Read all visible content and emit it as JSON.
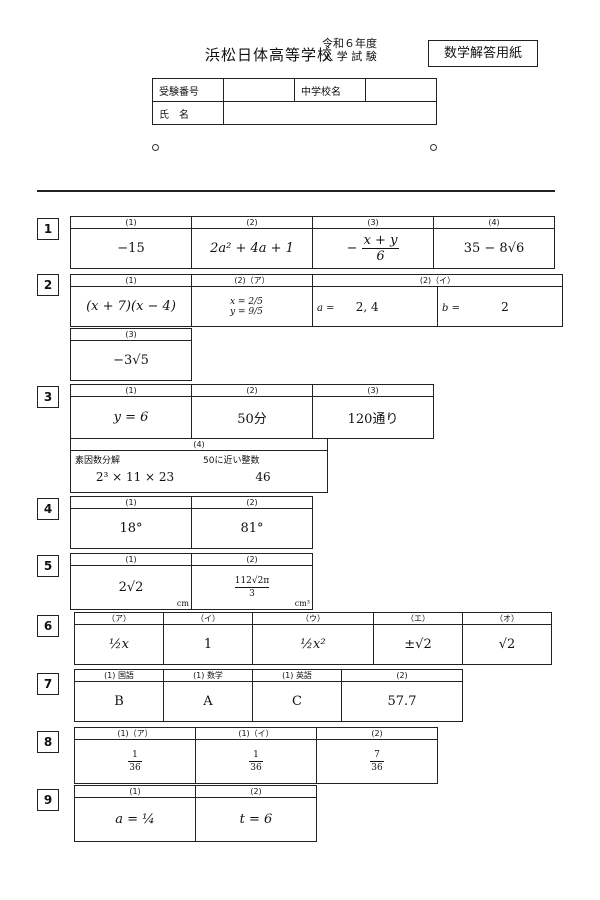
{
  "header": {
    "school": "浜松日体高等学校",
    "exam_line1": "令和６年度",
    "exam_line2": "入 学 試 験",
    "sheet_title": "数学解答用紙"
  },
  "info": {
    "exam_no_label": "受験番号",
    "school_label": "中学校名",
    "name_label": "氏　名"
  },
  "q": {
    "n1": "1",
    "n2": "2",
    "n3": "3",
    "n4": "4",
    "n5": "5",
    "n6": "6",
    "n7": "7",
    "n8": "8",
    "n9": "9",
    "q1": {
      "h1": "(1)",
      "h2": "(2)",
      "h3": "(3)",
      "h4": "(4)",
      "a1": "−15",
      "a2": "2a² + 4a + 1",
      "a3_num": "x + y",
      "a3_den": "6",
      "a3_sign": "−",
      "a4": "35 − 8√6"
    },
    "q2": {
      "h1": "(1)",
      "h2": "(2)（ア）",
      "h3": "(2)（イ）",
      "h4": "(3)",
      "a1": "(x + 7)(x − 4)",
      "a2_x": "x = 2/5",
      "a2_y": "y = 9/5",
      "a_label": "a =",
      "a_val": "2, 4",
      "b_label": "b =",
      "b_val": "2",
      "a3": "−3√5"
    },
    "q3": {
      "h1": "(1)",
      "h2": "(2)",
      "h3": "(3)",
      "h4": "(4)",
      "a1": "y = 6",
      "a2": "50分",
      "a3": "120通り",
      "sub1": "素因数分解",
      "sub2": "50に近い整数",
      "a4a": "2³ × 11 × 23",
      "a4b": "46"
    },
    "q4": {
      "h1": "(1)",
      "h2": "(2)",
      "a1": "18°",
      "a2": "81°"
    },
    "q5": {
      "h1": "(1)",
      "h2": "(2)",
      "a1": "2√2",
      "u1": "cm",
      "a2_num": "112√2π",
      "a2_den": "3",
      "u2": "cm³"
    },
    "q6": {
      "h1": "（ア）",
      "h2": "（イ）",
      "h3": "（ウ）",
      "h4": "（エ）",
      "h5": "（オ）",
      "a1": "½x",
      "a2": "1",
      "a3": "½x²",
      "a4": "±√2",
      "a5": "√2"
    },
    "q7": {
      "h1": "(1) 国語",
      "h2": "(1) 数学",
      "h3": "(1) 英語",
      "h4": "(2)",
      "a1": "B",
      "a2": "A",
      "a3": "C",
      "a4": "57.7"
    },
    "q8": {
      "h1": "(1)（ア）",
      "h2": "(1)（イ）",
      "h3": "(2)",
      "a1_num": "1",
      "a1_den": "36",
      "a2_num": "1",
      "a2_den": "36",
      "a3_num": "7",
      "a3_den": "36"
    },
    "q9": {
      "h1": "(1)",
      "h2": "(2)",
      "a1": "a = ¼",
      "a2": "t = 6"
    }
  }
}
